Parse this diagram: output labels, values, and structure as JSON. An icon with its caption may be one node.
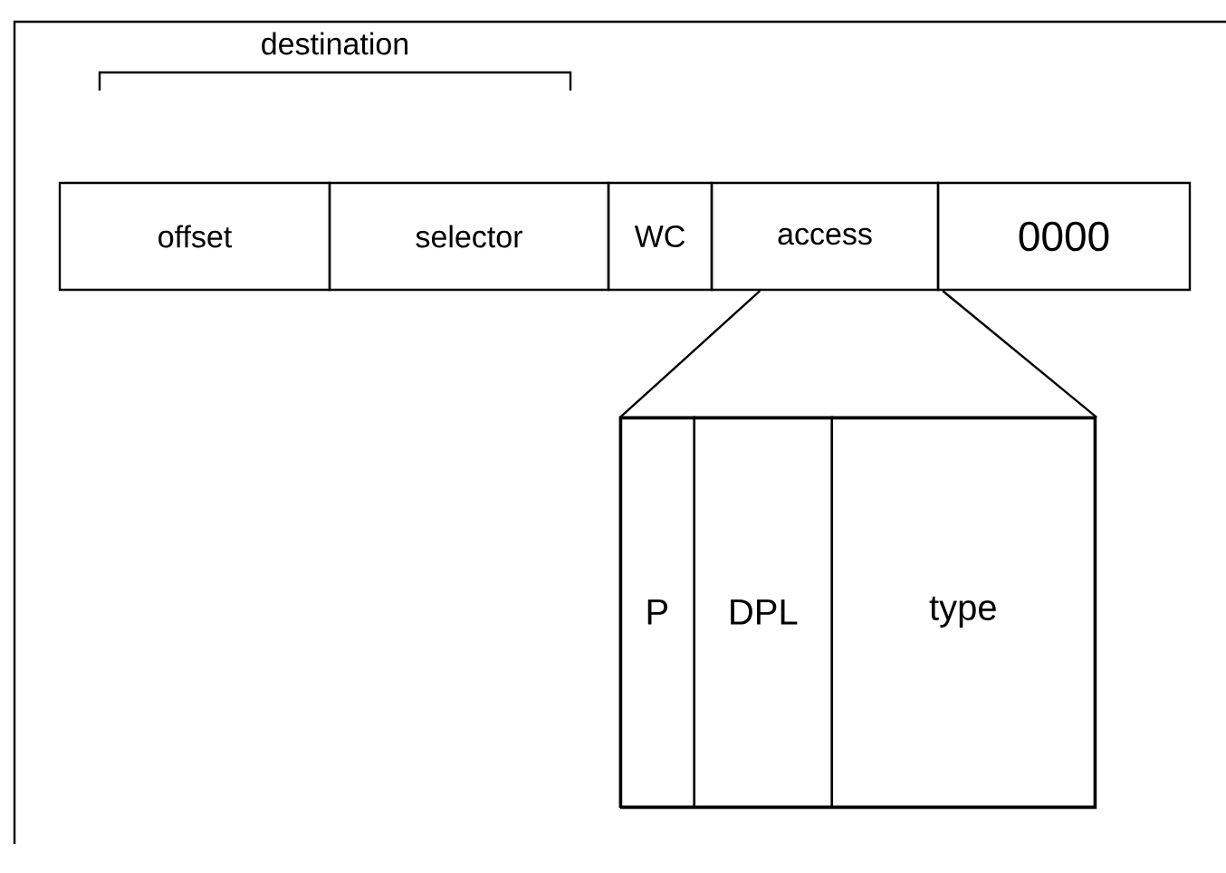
{
  "diagram": {
    "nodes": [
      {
        "text": [
          "offset"
        ]
      },
      {
        "text": [
          "selector"
        ]
      },
      {
        "text": [
          "WC"
        ]
      },
      {
        "text": [
          "access"
        ]
      },
      {
        "text": [
          "0000"
        ]
      },
      {
        "text": [],
        "shape": "box"
      },
      {
        "text": [
          "P"
        ],
        "in": 5
      },
      {
        "text": [
          "DPL"
        ],
        "in": 5
      },
      {
        "text": [
          "type"
        ],
        "in": 5
      }
    ],
    "edges": [
      {
        "from": 3,
        "to": 5,
        "arrow": "none"
      },
      {
        "from": 3,
        "to": 5,
        "arrow": "none"
      }
    ],
    "labels": [
      "destination"
    ]
  }
}
